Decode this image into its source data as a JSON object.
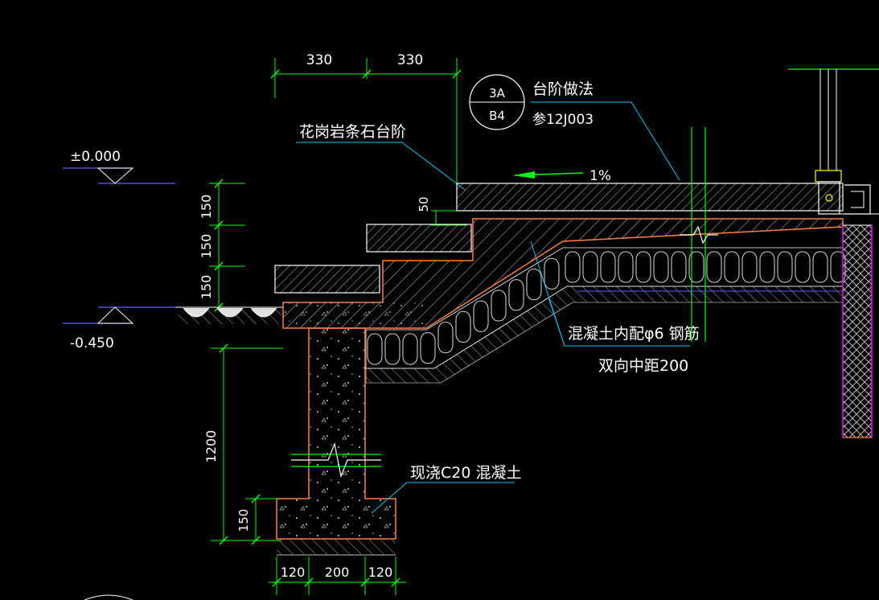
{
  "title": {
    "text": "台阶做法",
    "ref": "参12J003"
  },
  "detail_symbol": {
    "top": "3A",
    "bottom": "B4"
  },
  "elevations": {
    "top": "±0.000",
    "bottom": "-0.450"
  },
  "slope": "1%",
  "labels": {
    "granite_steps": "花岗岩条石台阶",
    "rebar": "混凝土内配φ6 钢筋",
    "rebar_spacing": "双向中距200",
    "concrete": "现浇C20  混凝土"
  },
  "dims": {
    "tread1": "330",
    "tread2": "330",
    "riser1": "150",
    "riser2": "150",
    "riser3": "150",
    "slab_edge": "50",
    "footing_depth": "1200",
    "footing_base": "150",
    "base_left": "120",
    "base_mid": "200",
    "base_right": "120"
  },
  "colors": {
    "background": "#000000",
    "dimension": "#00ff00",
    "leader": "#00c8ff",
    "structure": "#ffffff",
    "concrete_outline": "#ff8040",
    "elevation": "#6060ff",
    "wall": "#ff00ff"
  }
}
